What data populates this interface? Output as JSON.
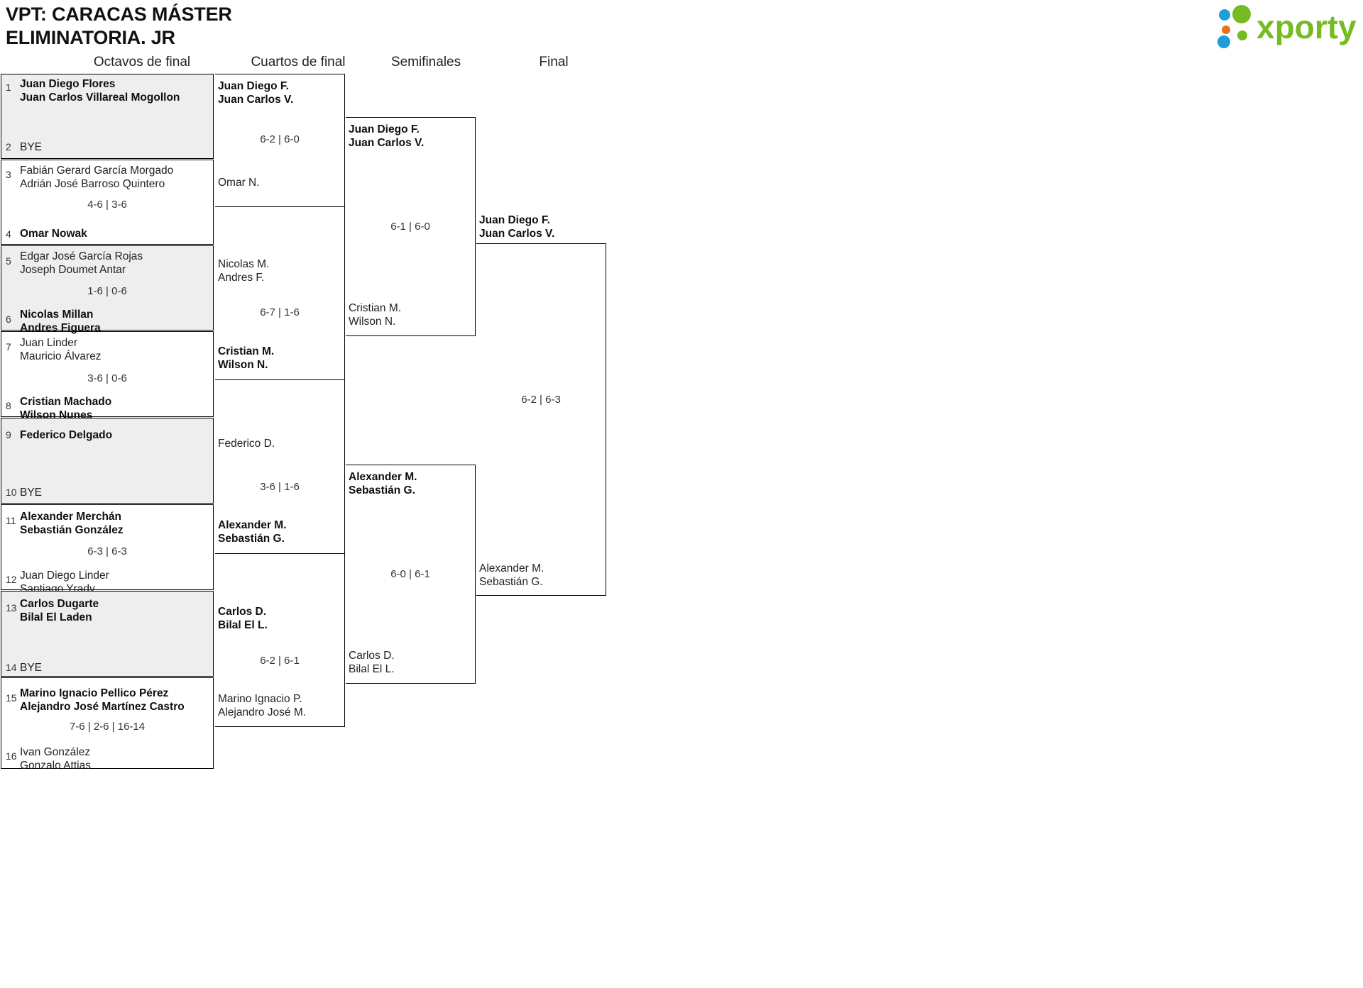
{
  "header": {
    "title": "VPT: CARACAS MÁSTER\nELIMINATORIA. JR",
    "logo_text": "xporty",
    "logo_colors": {
      "green": "#76bc21",
      "blue": "#1f9ed9",
      "orange": "#e8711a"
    }
  },
  "rounds": [
    {
      "label": "Octavos de final"
    },
    {
      "label": "Cuartos de final"
    },
    {
      "label": "Semifinales"
    },
    {
      "label": "Final"
    }
  ],
  "r16": [
    {
      "seed": "1",
      "line1": "Juan Diego Flores",
      "line2": "Juan Carlos Villareal Mogollon",
      "winner": true
    },
    {
      "seed": "2",
      "line1": "BYE",
      "line2": "",
      "winner": false,
      "bye": true
    },
    {
      "seed": "3",
      "line1": "Fabián Gerard García Morgado",
      "line2": "Adrián José Barroso Quintero",
      "winner": false
    },
    {
      "seed": "4",
      "line1": "Omar Nowak",
      "line2": "",
      "winner": true
    },
    {
      "seed": "5",
      "line1": "Edgar José García Rojas",
      "line2": "Joseph Doumet Antar",
      "winner": false
    },
    {
      "seed": "6",
      "line1": "Nicolas Millan",
      "line2": "Andres Figuera",
      "winner": true
    },
    {
      "seed": "7",
      "line1": "Juan Linder",
      "line2": "Mauricio Álvarez",
      "winner": false
    },
    {
      "seed": "8",
      "line1": "Cristian Machado",
      "line2": "Wilson Nunes",
      "winner": true
    },
    {
      "seed": "9",
      "line1": "Federico Delgado",
      "line2": "",
      "winner": true
    },
    {
      "seed": "10",
      "line1": "BYE",
      "line2": "",
      "winner": false,
      "bye": true
    },
    {
      "seed": "11",
      "line1": "Alexander Merchán",
      "line2": "Sebastián González",
      "winner": true
    },
    {
      "seed": "12",
      "line1": "Juan Diego Linder",
      "line2": "Santiago Yrady",
      "winner": false
    },
    {
      "seed": "13",
      "line1": "Carlos Dugarte",
      "line2": "Bilal El Laden",
      "winner": true
    },
    {
      "seed": "14",
      "line1": "BYE",
      "line2": "",
      "winner": false,
      "bye": true
    },
    {
      "seed": "15",
      "line1": "Marino Ignacio Pellico Pérez",
      "line2": "Alejandro José Martínez Castro",
      "winner": true
    },
    {
      "seed": "16",
      "line1": "Ivan González",
      "line2": "Gonzalo Attias",
      "winner": false
    }
  ],
  "r16_scores": [
    "",
    "4-6 | 3-6",
    "1-6 | 0-6",
    "3-6 | 0-6",
    "",
    "6-3 | 6-3",
    "",
    "7-6 | 2-6 | 16-14"
  ],
  "qf": [
    {
      "line1": "Juan Diego F.",
      "line2": "Juan Carlos V.",
      "winner": true
    },
    {
      "line1": "Omar N.",
      "line2": "",
      "winner": false
    },
    {
      "line1": "Nicolas M.",
      "line2": "Andres F.",
      "winner": false
    },
    {
      "line1": "Cristian M.",
      "line2": "Wilson N.",
      "winner": true
    },
    {
      "line1": "Federico D.",
      "line2": "",
      "winner": false
    },
    {
      "line1": "Alexander M.",
      "line2": "Sebastián G.",
      "winner": true
    },
    {
      "line1": "Carlos D.",
      "line2": "Bilal El L.",
      "winner": true
    },
    {
      "line1": "Marino Ignacio P.",
      "line2": "Alejandro José M.",
      "winner": false
    }
  ],
  "qf_scores": [
    "6-2 | 6-0",
    "6-7 | 1-6",
    "3-6 | 1-6",
    "6-2 | 6-1"
  ],
  "sf": [
    {
      "line1": "Juan Diego F.",
      "line2": "Juan Carlos V.",
      "winner": true
    },
    {
      "line1": "Cristian M.",
      "line2": "Wilson N.",
      "winner": false
    },
    {
      "line1": "Alexander M.",
      "line2": "Sebastián G.",
      "winner": true
    },
    {
      "line1": "Carlos D.",
      "line2": "Bilal El L.",
      "winner": false
    }
  ],
  "sf_scores": [
    "6-1 | 6-0",
    "6-0 | 6-1"
  ],
  "final": [
    {
      "line1": "Juan Diego F.",
      "line2": "Juan Carlos V.",
      "winner": true
    },
    {
      "line1": "Alexander M.",
      "line2": "Sebastián G.",
      "winner": false
    }
  ],
  "final_score": "6-2 | 6-3"
}
